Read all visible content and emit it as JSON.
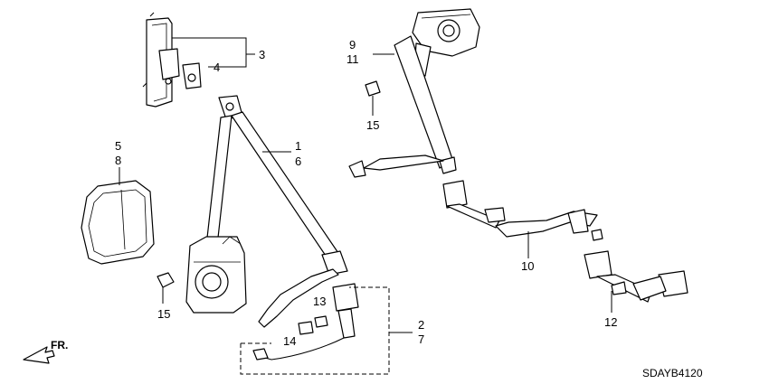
{
  "diagram": {
    "callouts": {
      "c1": "1",
      "c6": "6",
      "c3": "3",
      "c4": "4",
      "c5": "5",
      "c8": "8",
      "c9": "9",
      "c11": "11",
      "c15a": "15",
      "c15b": "15",
      "c13": "13",
      "c14": "14",
      "c2": "2",
      "c7": "7",
      "c10": "10",
      "c12": "12"
    },
    "direction_label": "FR.",
    "diagram_code": "SDAYB4120"
  }
}
